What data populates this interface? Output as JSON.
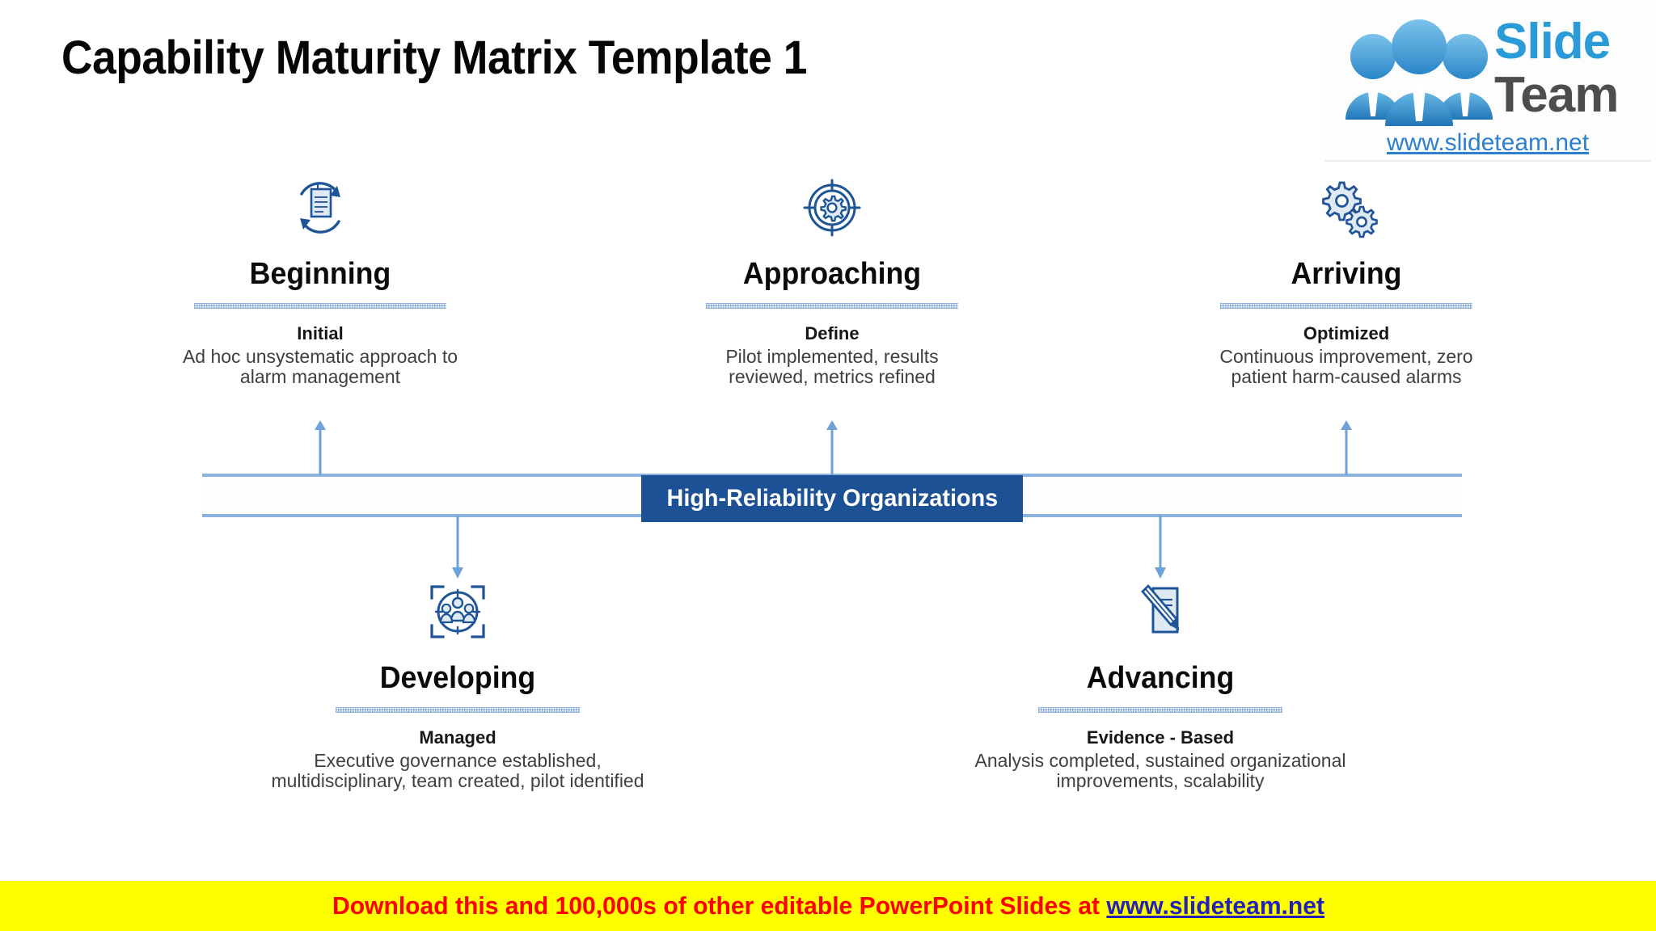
{
  "page": {
    "title": "Capability Maturity Matrix Template 1",
    "background_color": "#ffffff"
  },
  "logo": {
    "brand_first": "Slide",
    "brand_second": "Team",
    "url": "www.slideteam.net",
    "people_icon": "people-group-icon",
    "colors": {
      "blue": "#2b9bd8",
      "gray": "#4d4d4d",
      "link": "#2d7fd0"
    }
  },
  "timeline": {
    "banner_label": "High-Reliability Organizations",
    "banner_color": "#1c5196",
    "rail_color": "#8cb3dd",
    "arrow_color": "#6fa2d8"
  },
  "stages": {
    "top": [
      {
        "name": "Beginning",
        "sub_title": "Initial",
        "description": "Ad hoc unsystematic approach to alarm management",
        "icon": "document-refresh-cycle-icon"
      },
      {
        "name": "Approaching",
        "sub_title": "Define",
        "description": "Pilot implemented, results reviewed, metrics refined",
        "icon": "target-gear-icon"
      },
      {
        "name": "Arriving",
        "sub_title": "Optimized",
        "description": "Continuous improvement, zero patient harm-caused alarms",
        "icon": "two-gears-icon"
      }
    ],
    "bottom": [
      {
        "name": "Developing",
        "sub_title": "Managed",
        "description": "Executive governance established, multidisciplinary, team created, pilot identified",
        "icon": "team-focus-target-icon"
      },
      {
        "name": "Advancing",
        "sub_title": "Evidence - Based",
        "description": "Analysis completed, sustained organizational improvements, scalability",
        "icon": "document-pencil-icon"
      }
    ]
  },
  "footer": {
    "text_before": "Download this and 100,000s of other editable PowerPoint Slides at ",
    "link": "www.slideteam.net",
    "background_color": "#ffff00",
    "text_color": "#ff0000",
    "link_color": "#2222bb"
  }
}
